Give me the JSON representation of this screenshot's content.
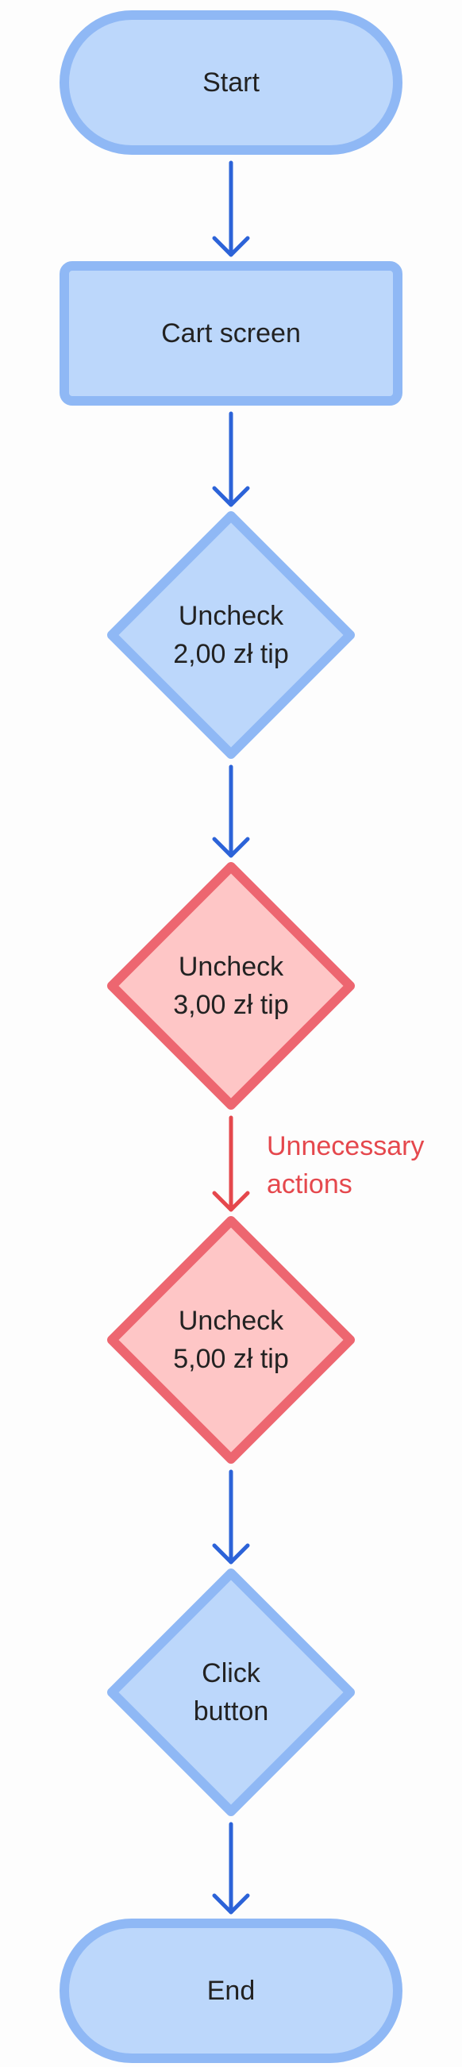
{
  "colors": {
    "normal_fill": "#bcd7fb",
    "normal_stroke": "#8fb8f5",
    "normal_arrow": "#2c63d8",
    "warn_fill": "#fec6c6",
    "warn_stroke": "#ed6670",
    "warn_arrow": "#e5484d",
    "text": "#222222"
  },
  "nodes": [
    {
      "id": "start",
      "shape": "terminal",
      "label": "Start",
      "variant": "normal"
    },
    {
      "id": "cart-screen",
      "shape": "process",
      "label": "Cart screen",
      "variant": "normal"
    },
    {
      "id": "uncheck-2",
      "shape": "decision",
      "label": "Uncheck\n2,00 zł tip",
      "variant": "normal"
    },
    {
      "id": "uncheck-3",
      "shape": "decision",
      "label": "Uncheck\n3,00 zł tip",
      "variant": "warn"
    },
    {
      "id": "uncheck-5",
      "shape": "decision",
      "label": "Uncheck\n5,00 zł tip",
      "variant": "warn"
    },
    {
      "id": "click-button",
      "shape": "decision",
      "label": "Click\nbutton",
      "variant": "normal"
    },
    {
      "id": "end",
      "shape": "terminal",
      "label": "End",
      "variant": "normal"
    }
  ],
  "edges": [
    {
      "from": "start",
      "to": "cart-screen",
      "variant": "normal"
    },
    {
      "from": "cart-screen",
      "to": "uncheck-2",
      "variant": "normal"
    },
    {
      "from": "uncheck-2",
      "to": "uncheck-3",
      "variant": "normal"
    },
    {
      "from": "uncheck-3",
      "to": "uncheck-5",
      "variant": "warn",
      "label": "Unnecessary\nactions"
    },
    {
      "from": "uncheck-5",
      "to": "click-button",
      "variant": "normal"
    },
    {
      "from": "click-button",
      "to": "end",
      "variant": "normal"
    }
  ]
}
